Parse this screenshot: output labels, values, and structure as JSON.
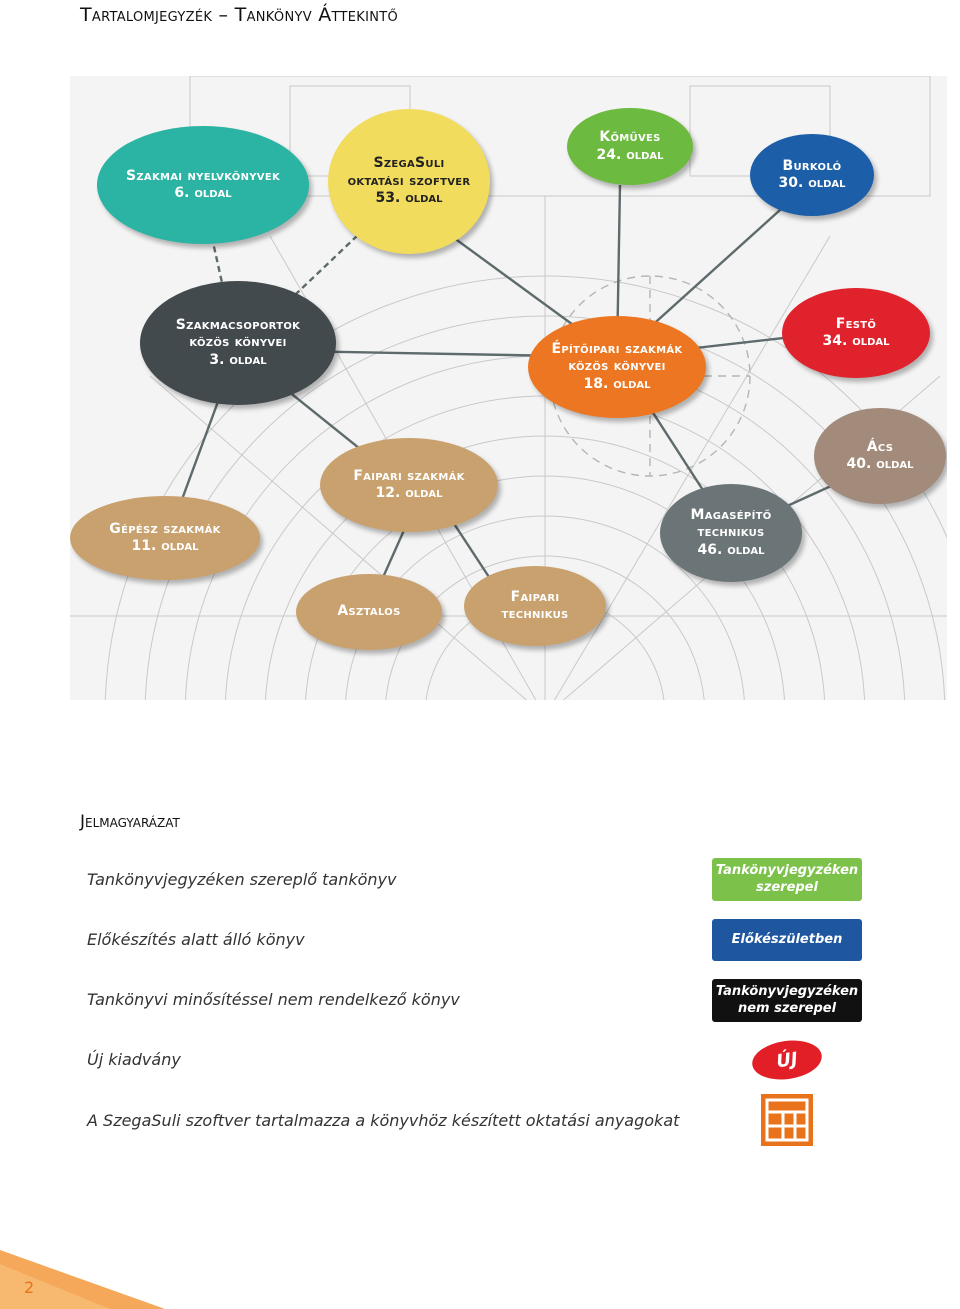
{
  "page": {
    "title": "Tartalomjegyzék – Tankönyv Áttekintő",
    "number": "2"
  },
  "colors": {
    "teal": "#2bb3a3",
    "yellow": "#f2dc5d",
    "green": "#6cba3f",
    "blue": "#1d5ea8",
    "dark": "#434a4d",
    "orange": "#ec7621",
    "red": "#e0222c",
    "tan": "#c9a16e",
    "slate": "#6b7577",
    "taupe": "#a38b7b"
  },
  "nodes": [
    {
      "id": "szakmai",
      "title": "Szakmai nyelvkönyvek",
      "title2": "",
      "page": "6. oldal"
    },
    {
      "id": "szegasuli",
      "title": "SzegaSuli",
      "title2": "oktatási szoftver",
      "page": "53. oldal"
    },
    {
      "id": "komuves",
      "title": "Kőműves",
      "title2": "",
      "page": "24. oldal"
    },
    {
      "id": "burkolo",
      "title": "Burkoló",
      "title2": "",
      "page": "30. oldal"
    },
    {
      "id": "szakmacsoportok",
      "title": "Szakmacsoportok",
      "title2": "közös könyvei",
      "page": "3. oldal"
    },
    {
      "id": "epitoipari",
      "title": "Építőipari szakmák",
      "title2": "közös könyvei",
      "page": "18. oldal"
    },
    {
      "id": "festo",
      "title": "Festő",
      "title2": "",
      "page": "34. oldal"
    },
    {
      "id": "faipari",
      "title": "Faipari szakmák",
      "title2": "",
      "page": "12. oldal"
    },
    {
      "id": "acs",
      "title": "Ács",
      "title2": "",
      "page": "40. oldal"
    },
    {
      "id": "gepesz",
      "title": "Gépész szakmák",
      "title2": "",
      "page": "11. oldal"
    },
    {
      "id": "magasepito",
      "title": "Magasépítő",
      "title2": "technikus",
      "page": "46. oldal"
    },
    {
      "id": "asztalos",
      "title": "Asztalos",
      "title2": "",
      "page": ""
    },
    {
      "id": "faiparitech",
      "title": "Faipari",
      "title2": "technikus",
      "page": ""
    }
  ],
  "legend": {
    "title": "Jelmagyarázat",
    "items": [
      {
        "text": "Tankönyvjegyzéken szereplő tankönyv",
        "badge": "Tankönyvjegyzéken szerepel"
      },
      {
        "text": "Előkészítés alatt álló könyv",
        "badge": "Előkészületben"
      },
      {
        "text": "Tankönyvi minősítéssel nem rendelkező könyv",
        "badge": "Tankönyvjegyzéken nem szerepel"
      },
      {
        "text": "Új kiadvány",
        "badge": "ÚJ"
      },
      {
        "text": "A SzegaSuli szoftver tartalmazza a könyvhöz készített oktatási anyagokat",
        "badge": ""
      }
    ]
  },
  "icons": {
    "new": "new-badge-icon",
    "software": "software-grid-icon"
  }
}
